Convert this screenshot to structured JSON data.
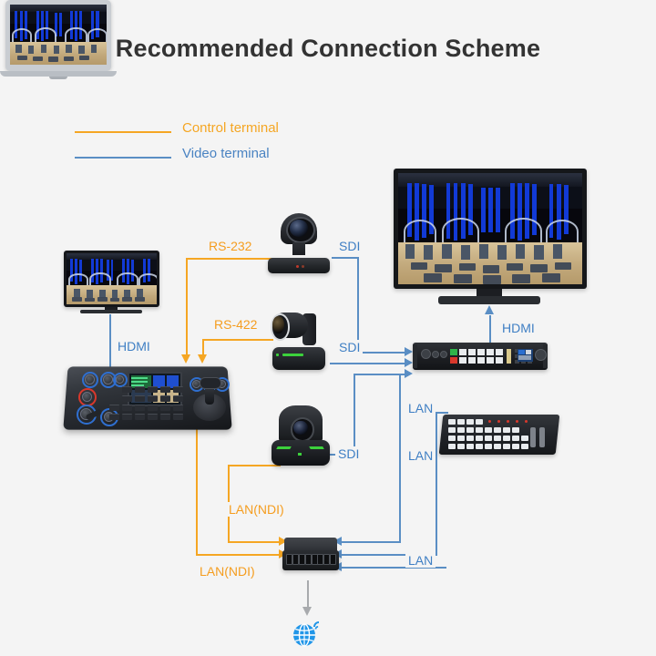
{
  "page": {
    "title": "Recommended Connection Scheme",
    "background_color": "#f4f4f4"
  },
  "legend": {
    "items": [
      {
        "label": "Control terminal",
        "color": "#f5a623",
        "line_style": "solid"
      },
      {
        "label": "Video terminal",
        "color": "#5a8ec4",
        "line_style": "solid"
      }
    ]
  },
  "colors": {
    "control_orange": "#f5a623",
    "video_blue": "#5a8ec4",
    "label_blue": "#4a83c2",
    "title_gray": "#333333",
    "wan_gray": "#a8aaad",
    "globe_blue": "#2196e8"
  },
  "connections": [
    {
      "id": "rs232",
      "label": "RS-232",
      "type": "control",
      "from": "ptz-camera-1",
      "to": "ptz-controller"
    },
    {
      "id": "rs422",
      "label": "RS-422",
      "type": "control",
      "from": "ptz-camera-2",
      "to": "ptz-controller"
    },
    {
      "id": "lanndi-1",
      "label": "LAN(NDI)",
      "type": "control",
      "from": "ptz-camera-3",
      "to": "network-switch"
    },
    {
      "id": "lanndi-2",
      "label": "LAN(NDI)",
      "type": "control",
      "from": "ptz-controller",
      "to": "network-switch"
    },
    {
      "id": "sdi-1",
      "label": "SDI",
      "type": "video",
      "from": "ptz-camera-1",
      "to": "video-switcher"
    },
    {
      "id": "sdi-2",
      "label": "SDI",
      "type": "video",
      "from": "ptz-camera-2",
      "to": "video-switcher"
    },
    {
      "id": "sdi-3",
      "label": "SDI",
      "type": "video",
      "from": "ptz-camera-3",
      "to": "video-switcher"
    },
    {
      "id": "hdmi-1",
      "label": "HDMI",
      "type": "video",
      "from": "ptz-controller",
      "to": "preview-monitor"
    },
    {
      "id": "hdmi-2",
      "label": "HDMI",
      "type": "video",
      "from": "video-switcher",
      "to": "program-monitor"
    },
    {
      "id": "lan-1",
      "label": "LAN",
      "type": "video",
      "from": "video-switcher",
      "to": "network-switch"
    },
    {
      "id": "lan-2",
      "label": "LAN",
      "type": "video",
      "from": "control-panel",
      "to": "network-switch"
    },
    {
      "id": "lan-3",
      "label": "LAN",
      "type": "video",
      "from": "laptop",
      "to": "network-switch"
    }
  ],
  "devices": [
    {
      "id": "preview-monitor",
      "name": "Preview monitor (TV)"
    },
    {
      "id": "program-monitor",
      "name": "Program monitor (TV)"
    },
    {
      "id": "ptz-controller",
      "name": "PTZ camera controller"
    },
    {
      "id": "ptz-camera-1",
      "name": "PTZ camera 1"
    },
    {
      "id": "ptz-camera-2",
      "name": "PTZ camera 2"
    },
    {
      "id": "ptz-camera-3",
      "name": "PTZ camera 3"
    },
    {
      "id": "video-switcher",
      "name": "Rackmount video switcher"
    },
    {
      "id": "control-panel",
      "name": "Broadcast control panel"
    },
    {
      "id": "laptop",
      "name": "Laptop"
    },
    {
      "id": "network-switch",
      "name": "Network switch"
    },
    {
      "id": "internet",
      "name": "Internet / network cloud"
    }
  ],
  "labels": {
    "rs232": "RS-232",
    "rs422": "RS-422",
    "sdi_top": "SDI",
    "sdi_mid": "SDI",
    "sdi_bot": "SDI",
    "hdmi_left": "HDMI",
    "hdmi_right": "HDMI",
    "lan_top": "LAN",
    "lan_mid": "LAN",
    "lan_bot": "LAN",
    "lanndi_top": "LAN(NDI)",
    "lanndi_bot": "LAN(NDI)"
  }
}
